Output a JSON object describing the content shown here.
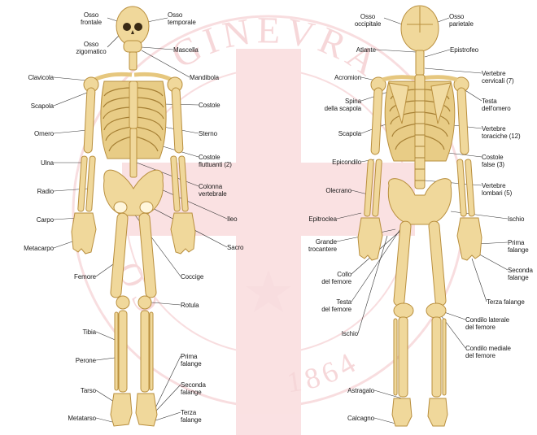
{
  "watermark": {
    "arc_text_top": "GINEVRA",
    "arc_text_left": "CO",
    "arc_text_bottom": "1864",
    "cross_color": "#f6c9cc",
    "ring_color": "#f3c3c6"
  },
  "colors": {
    "bone": "#f0d89b",
    "bone_stroke": "#b98f3e",
    "leader": "#333333",
    "label": "#1a1a1a"
  },
  "front_labels": {
    "osso_frontale": "Osso\nfrontale",
    "osso_temporale": "Osso\ntemporale",
    "osso_zigomatico": "Osso\nzigomatico",
    "mascella": "Mascella",
    "mandibola": "Mandibola",
    "clavicola": "Clavicola",
    "scapola": "Scapola",
    "costole": "Costole",
    "omero": "Omero",
    "sterno": "Sterno",
    "ulna": "Ulna",
    "costole_fluttuanti": "Costole\nfluttuanti (2)",
    "radio": "Radio",
    "colonna_vertebrale": "Colonna\nvertebrale",
    "carpo": "Carpo",
    "ileo": "Ileo",
    "metacarpo": "Metacarpo",
    "sacro": "Sacro",
    "femore": "Femore",
    "coccige": "Coccige",
    "rotula": "Rotula",
    "tibia": "Tibia",
    "perone": "Perone",
    "prima_falange": "Prima\nfalange",
    "tarso": "Tarso",
    "seconda_falange": "Seconda\nfalange",
    "metatarso": "Metatarso",
    "terza_falange": "Terza\nfalange"
  },
  "back_labels": {
    "osso_occipitale": "Osso\noccipitale",
    "osso_parietale": "Osso\nparietale",
    "atlante": "Atlante",
    "epistrofeo": "Epistrofeo",
    "vertebre_cervicali": "Vertebre\ncervicali (7)",
    "acromion": "Acromion",
    "spina_della_scapola": "Spina\ndella scapola",
    "testa_omero": "Testa\ndell'omero",
    "scapola": "Scapola",
    "vertebre_toraciche": "Vertebre\ntoraciche (12)",
    "epicondilo": "Epicondilo",
    "costole_false": "Costole\nfalse (3)",
    "olecrano": "Olecrano",
    "vertebre_lombari": "Vertebre\nlombari (5)",
    "epitroclea": "Epitroclea",
    "ischio": "Ischio",
    "grande_trocantere": "Grande\ntrocantere",
    "prima_falange": "Prima\nfalange",
    "collo_femore": "Collo\ndel femore",
    "seconda_falange": "Seconda\nfalange",
    "testa_femore": "Testa\ndel femore",
    "terza_falange": "Terza falange",
    "ischio2": "Ischio",
    "condilo_laterale": "Condilo laterale\ndel femore",
    "condilo_mediale": "Condilo mediale\ndel femore",
    "astragalo": "Astragalo",
    "calcagno": "Calcagno"
  }
}
